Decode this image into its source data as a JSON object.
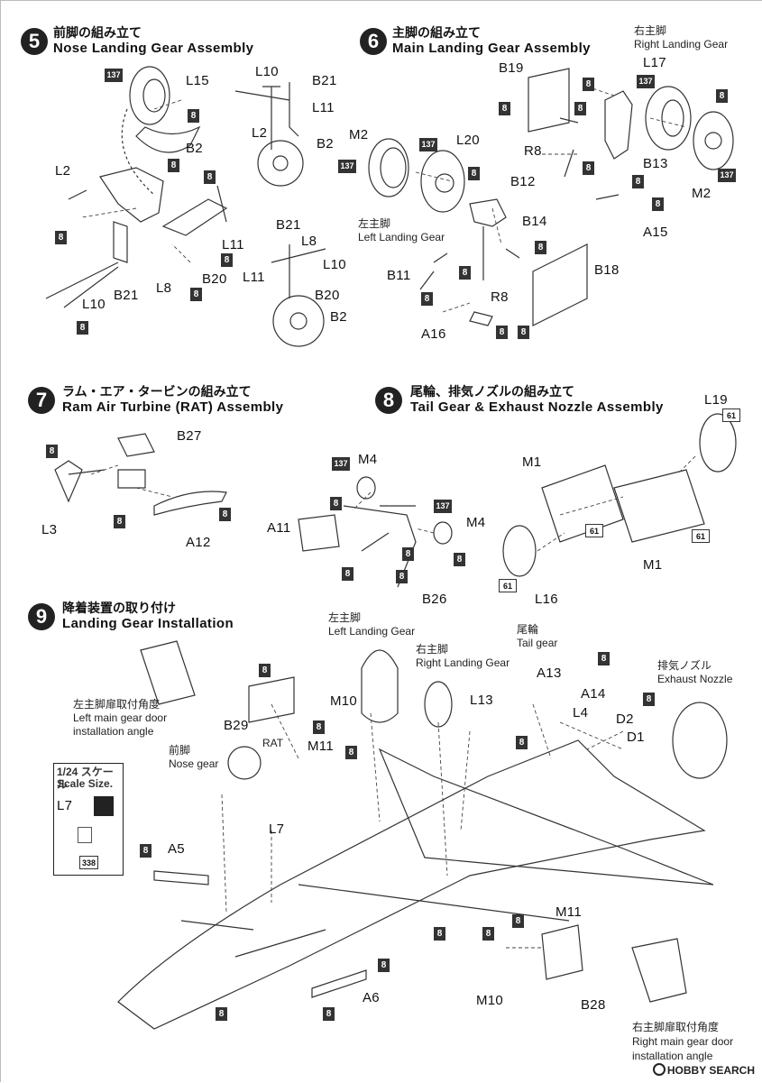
{
  "steps": [
    {
      "num": "5",
      "jp": "前脚の組み立て",
      "en": "Nose Landing Gear Assembly"
    },
    {
      "num": "6",
      "jp": "主脚の組み立て",
      "en": "Main Landing Gear Assembly"
    },
    {
      "num": "7",
      "jp": "ラム・エア・タービンの組み立て",
      "en": "Ram Air Turbine (RAT) Assembly"
    },
    {
      "num": "8",
      "jp": "尾輪、排気ノズルの組み立て",
      "en": "Tail Gear & Exhaust Nozzle Assembly"
    },
    {
      "num": "9",
      "jp": "降着装置の取り付け",
      "en": "Landing Gear Installation"
    }
  ],
  "captions": {
    "right_gear_jp": "右主脚",
    "right_gear_en": "Right Landing Gear",
    "left_gear_jp": "左主脚",
    "left_gear_en": "Left Landing Gear",
    "left_gear9_jp": "左主脚",
    "left_gear9_en": "Left Landing Gear",
    "right_gear9_jp": "右主脚",
    "right_gear9_en": "Right Landing Gear",
    "tail_jp": "尾輪",
    "tail_en": "Tail gear",
    "exhaust_jp": "排気ノズル",
    "exhaust_en": "Exhaust Nozzle",
    "left_door_jp": "左主脚扉取付角度",
    "left_door_en1": "Left main gear door",
    "left_door_en2": "installation angle",
    "nose_jp": "前脚",
    "nose_en": "Nose gear",
    "rat": "RAT",
    "right_door_jp": "右主脚扉取付角度",
    "right_door_en1": "Right main gear door",
    "right_door_en2": "installation angle"
  },
  "scale": {
    "jp": "1/24 スケール",
    "en": "Scale Size.",
    "part": "L7",
    "code": "338"
  },
  "logo": "HOBBY SEARCH",
  "parts": {
    "s5": [
      "L15",
      "B2",
      "L2",
      "L11",
      "B20",
      "L8",
      "B21",
      "L10"
    ],
    "s5_view": [
      "L10",
      "B21",
      "L11",
      "L2",
      "B2",
      "B21",
      "L8",
      "L10",
      "L11",
      "B20",
      "B2"
    ],
    "s6": [
      "B19",
      "L17",
      "R8",
      "B12",
      "B13",
      "M2",
      "A15",
      "M2",
      "L20",
      "B14",
      "B11",
      "B18",
      "R8",
      "A16"
    ],
    "s7": [
      "B27",
      "L3",
      "A12"
    ],
    "s8": [
      "M4",
      "M4",
      "A11",
      "B26",
      "L19",
      "M1",
      "M1",
      "L16"
    ],
    "s9": [
      "B29",
      "M10",
      "M11",
      "L7",
      "A5",
      "L13",
      "A13",
      "A14",
      "L4",
      "D2",
      "D1",
      "M11",
      "M10",
      "B28",
      "A6"
    ]
  },
  "paint_codes": {
    "p8": "8",
    "p137": "137",
    "p61": "61"
  }
}
